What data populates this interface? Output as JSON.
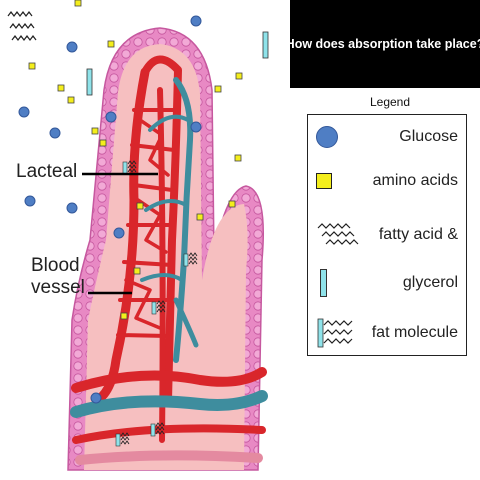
{
  "header": {
    "question": "How does absorption take place?"
  },
  "diagram": {
    "labels": {
      "lacteal": "Lacteal",
      "blood_vessel_line1": "Blood",
      "blood_vessel_line2": "vessel"
    }
  },
  "legend": {
    "heading": "Legend",
    "items": [
      {
        "label": "Glucose",
        "symbol": "glucose-circle"
      },
      {
        "label": "amino acids",
        "symbol": "amino-acid-square"
      },
      {
        "label": "fatty acid &",
        "symbol": "fatty-acid-squiggle"
      },
      {
        "label": "glycerol",
        "symbol": "glycerol-bar"
      },
      {
        "label": "fat molecule",
        "symbol": "fat-molecule"
      }
    ]
  },
  "colors": {
    "glucose": "#4f7ec4",
    "amino_acid": "#f4ee1c",
    "glycerol": "#8fe3ea",
    "blood_vessel": "#d9262b",
    "lacteal": "#3e8d9e",
    "villus_wall": "#e889c4",
    "villus_interior": "#f6bfc0"
  }
}
